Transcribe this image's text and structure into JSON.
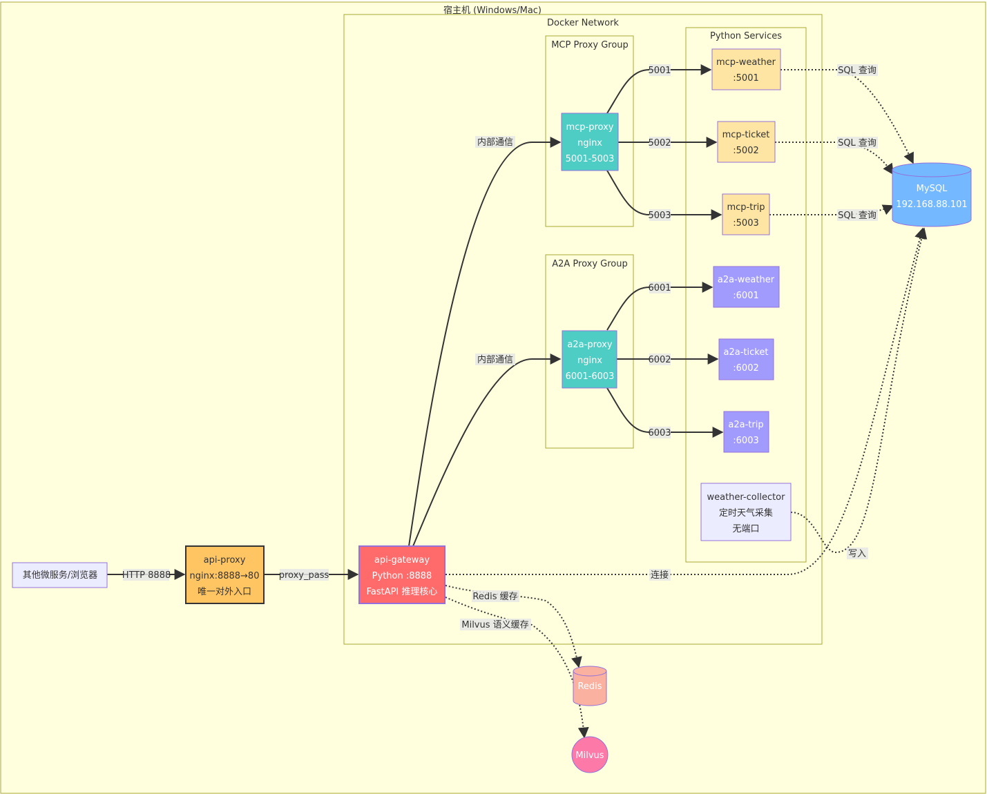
{
  "groups": {
    "host": "宿主机 (Windows/Mac)",
    "docker": "Docker Network",
    "mcp_group": "MCP Proxy Group",
    "a2a_group": "A2A Proxy Group",
    "python_services": "Python Services"
  },
  "nodes": {
    "client": [
      "其他微服务/浏览器"
    ],
    "api_proxy": [
      "api-proxy",
      "nginx:8888→80",
      "唯一对外入口"
    ],
    "api_gateway": [
      "api-gateway",
      "Python :8888",
      "FastAPI 推理核心"
    ],
    "mcp_proxy": [
      "mcp-proxy",
      "nginx",
      "5001-5003"
    ],
    "a2a_proxy": [
      "a2a-proxy",
      "nginx",
      "6001-6003"
    ],
    "mcp_weather": [
      "mcp-weather",
      ":5001"
    ],
    "mcp_ticket": [
      "mcp-ticket",
      ":5002"
    ],
    "mcp_trip": [
      "mcp-trip",
      ":5003"
    ],
    "a2a_weather": [
      "a2a-weather",
      ":6001"
    ],
    "a2a_ticket": [
      "a2a-ticket",
      ":6002"
    ],
    "a2a_trip": [
      "a2a-trip",
      ":6003"
    ],
    "weather_collector": [
      "weather-collector",
      "定时天气采集",
      "无端口"
    ],
    "mysql": [
      "MySQL",
      "192.168.88.101"
    ],
    "redis": [
      "Redis"
    ],
    "milvus": [
      "Milvus"
    ]
  },
  "edge_labels": {
    "client_to_api_proxy": "HTTP 8888",
    "api_proxy_to_gateway": "proxy_pass",
    "gateway_to_mcp": "内部通信",
    "gateway_to_a2a": "内部通信",
    "p5001": "5001",
    "p5002": "5002",
    "p5003": "5003",
    "p6001": "6001",
    "p6002": "6002",
    "p6003": "6003",
    "sql1": "SQL 查询",
    "sql2": "SQL 查询",
    "sql3": "SQL 查询",
    "write": "写入",
    "connect": "连接",
    "redis_cache": "Redis 缓存",
    "milvus_cache": "Milvus 语义缓存"
  },
  "colors": {
    "host_bg": "#ffffde",
    "group_border": "#aaaa33",
    "default_node": "#ECECFF",
    "default_border": "#9370DB",
    "api_proxy": "#FFC562",
    "api_gateway": "#FF6B6B",
    "proxy": "#4ECDC4",
    "mcp_service": "#FFE5A3",
    "a2a_service": "#A29BFE",
    "mysql": "#74B9FF",
    "redis": "#FAB1A0",
    "milvus": "#FD79A8",
    "edge": "#333333"
  }
}
